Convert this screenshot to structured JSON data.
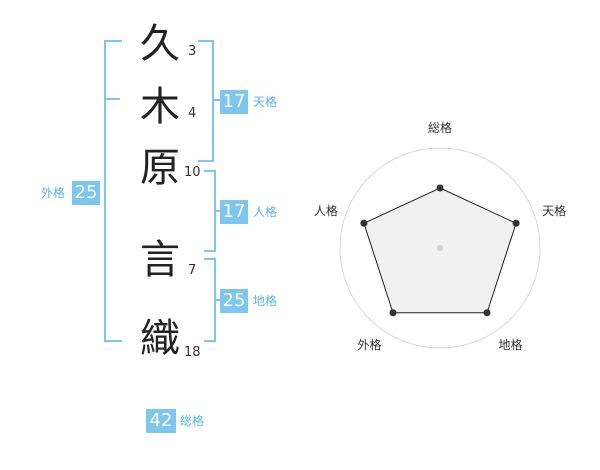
{
  "name_chars": [
    {
      "char": "久",
      "strokes": "3"
    },
    {
      "char": "木",
      "strokes": "4"
    },
    {
      "char": "原",
      "strokes": "10"
    },
    {
      "char": "言",
      "strokes": "7"
    },
    {
      "char": "織",
      "strokes": "18"
    }
  ],
  "fortune": {
    "tenkaku": {
      "value": "17",
      "label": "天格"
    },
    "jinkaku": {
      "value": "17",
      "label": "人格"
    },
    "chikaku": {
      "value": "25",
      "label": "地格"
    },
    "gaikaku": {
      "value": "25",
      "label": "外格"
    },
    "soukaku": {
      "value": "42",
      "label": "総格"
    }
  },
  "colors": {
    "accent": "#7cc6f0",
    "label": "#5bb5ea"
  },
  "chart_data": {
    "type": "radar",
    "axes": [
      "総格",
      "天格",
      "地格",
      "外格",
      "人格"
    ],
    "values": [
      3,
      4,
      4,
      4,
      4
    ],
    "range": [
      0,
      5
    ],
    "rings": 4
  }
}
